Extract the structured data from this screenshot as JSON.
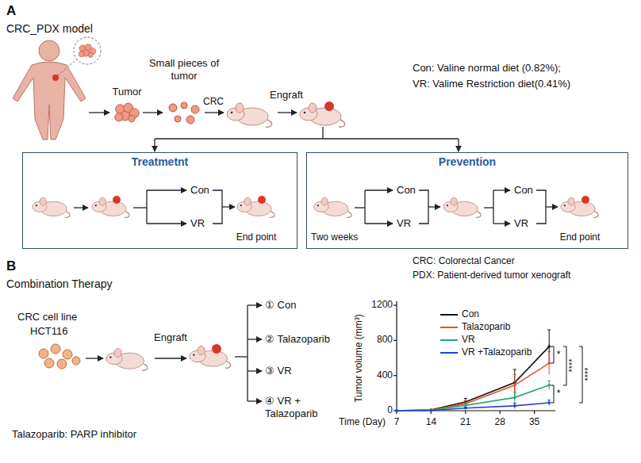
{
  "diagram": {
    "nodes": [
      {
        "text": [
          "Treatmetnt"
        ]
      },
      {
        "text": [
          "Prevention"
        ]
      }
    ],
    "labels": [
      "A",
      "CRC_PDX model",
      "Tumor",
      "Small pieces of tumor",
      "CRC",
      "Engraft",
      "Con: Valine normal diet (0.82%);",
      "VR: Valime Restriction diet(0.41%)",
      "Con",
      "VR",
      "End point",
      "Two weeks",
      "Con",
      "VR",
      "Con",
      "VR",
      "End point",
      "CRC: Colorectal Cancer",
      "PDX: Patient-derived tumor xenograft",
      "B",
      "Combination Therapy",
      "CRC cell line",
      "HCT116",
      "Engraft",
      "Talazoparib: PARP inhibitor",
      "① Con",
      "② Talazoparib",
      "③ VR",
      "④ VR + Talazoparib",
      "Tumor volume (mm³)",
      "1200",
      "800",
      "400",
      "0",
      "Time (Day)",
      "7",
      "14",
      "21",
      "28",
      "35",
      "*",
      "****",
      "****",
      "*"
    ],
    "legend": [
      {
        "text": "Con",
        "color": "#111111"
      },
      {
        "text": "Talazoparib",
        "color": "#e8502a"
      },
      {
        "text": "VR",
        "color": "#23a877"
      },
      {
        "text": "VR +Talazoparib",
        "color": "#2b3fd0"
      }
    ]
  }
}
